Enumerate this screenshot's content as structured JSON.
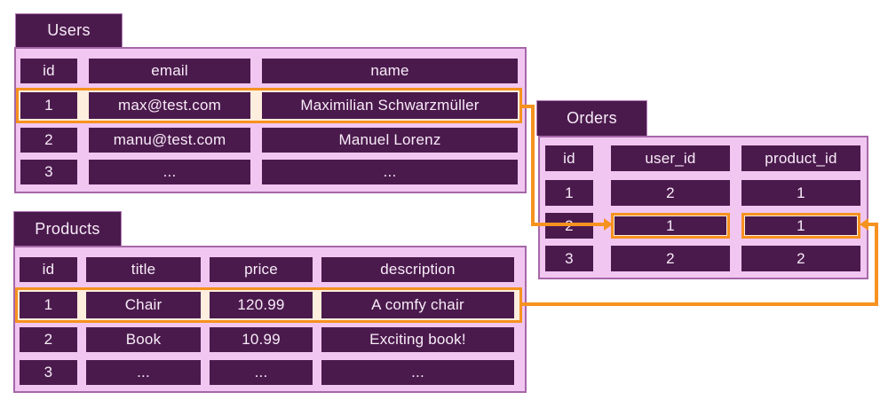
{
  "colors": {
    "table_fill": "#4b1a4d",
    "panel_fill": "#f1c7f1",
    "panel_border": "#a667a8",
    "highlight_orange": "#f6921f",
    "highlight_cream": "#fdeedd",
    "text_light": "#f7ecf7"
  },
  "users": {
    "title": "Users",
    "headers": [
      "id",
      "email",
      "name"
    ],
    "rows": [
      [
        "1",
        "max@test.com",
        "Maximilian Schwarzmüller"
      ],
      [
        "2",
        "manu@test.com",
        "Manuel Lorenz"
      ],
      [
        "3",
        "...",
        "..."
      ]
    ]
  },
  "orders": {
    "title": "Orders",
    "headers": [
      "id",
      "user_id",
      "product_id"
    ],
    "rows": [
      [
        "1",
        "2",
        "1"
      ],
      [
        "2",
        "1",
        "1"
      ],
      [
        "3",
        "2",
        "2"
      ]
    ]
  },
  "products": {
    "title": "Products",
    "headers": [
      "id",
      "title",
      "price",
      "description"
    ],
    "rows": [
      [
        "1",
        "Chair",
        "120.99",
        "A comfy chair"
      ],
      [
        "2",
        "Book",
        "10.99",
        "Exciting book!"
      ],
      [
        "3",
        "...",
        "...",
        "..."
      ]
    ]
  }
}
